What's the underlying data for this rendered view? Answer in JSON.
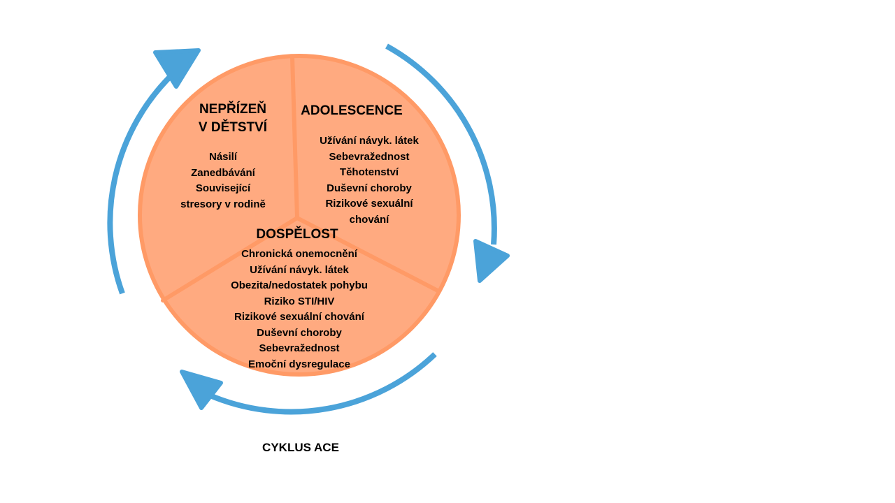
{
  "colors": {
    "circle_fill": "#FFAA80",
    "circle_stroke": "#FF9A66",
    "arrow": "#4BA3D9",
    "text": "#000000"
  },
  "segments": {
    "childhood": {
      "title_lines": [
        "NEPŘÍZEŇ",
        "V DĚTSTVÍ"
      ],
      "items": [
        "Násilí",
        "Zanedbávání",
        "Související",
        "stresory v rodině"
      ]
    },
    "adolescence": {
      "title": "ADOLESCENCE",
      "items": [
        "Užívání návyk. látek",
        "Sebevražednost",
        "Těhotenství",
        "Duševní choroby",
        "Rizikové sexuální",
        "chování"
      ]
    },
    "adulthood": {
      "title": "DOSPĚLOST",
      "items": [
        "Chronická onemocnění",
        "Užívání návyk. látek",
        "Obezita/nedostatek pohybu",
        "Riziko STI/HIV",
        "Rizikové sexuální chování",
        "Duševní choroby",
        "Sebevražednost",
        "Emoční dysregulace"
      ]
    },
    "cycle_label": "CYKLUS ACE"
  }
}
